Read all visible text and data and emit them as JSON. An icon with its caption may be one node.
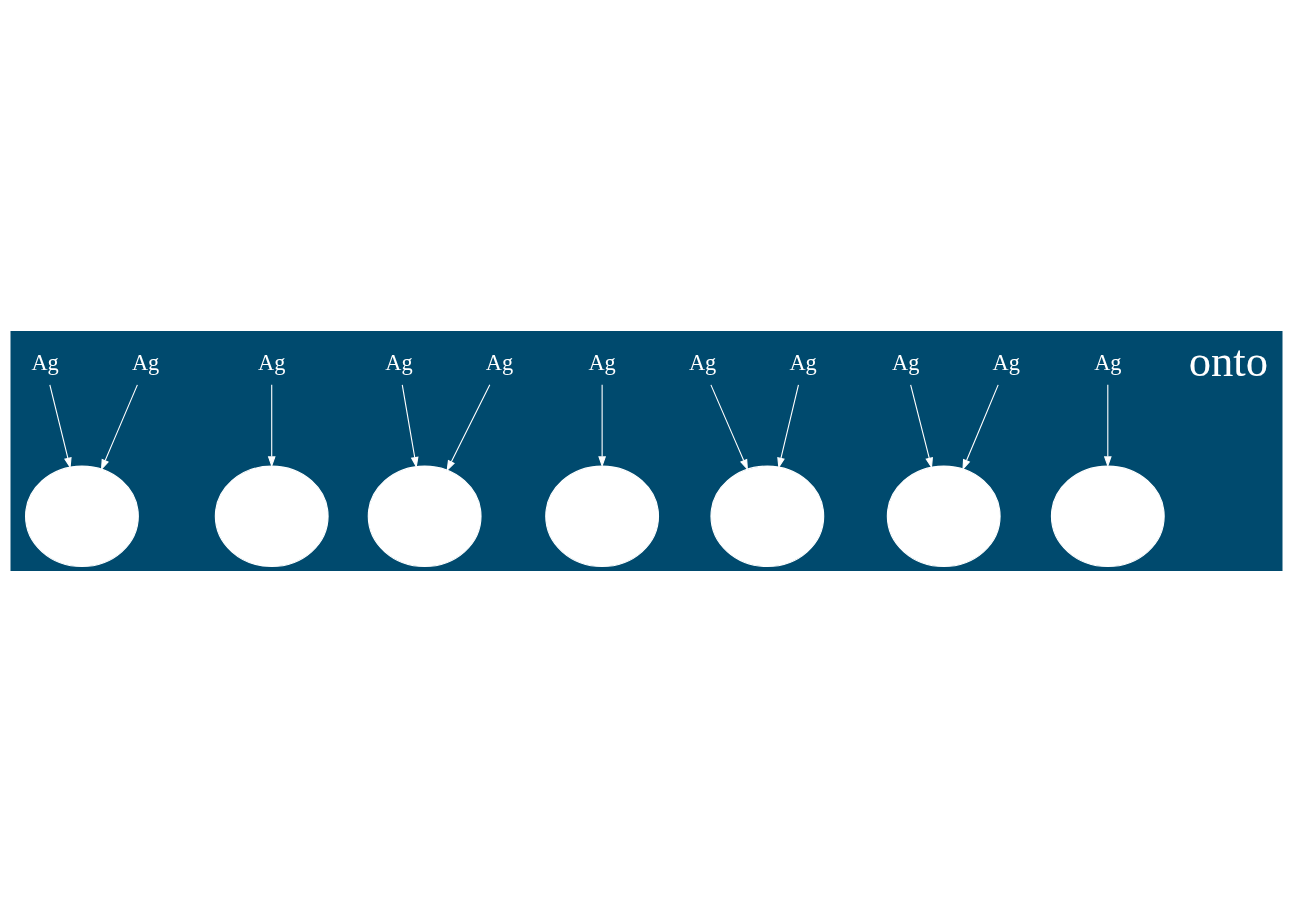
{
  "diagram": {
    "nodes": [
      {
        "text": [
          "Ag"
        ]
      },
      {
        "text": [
          "Ag"
        ]
      },
      {
        "text": [
          "Ag"
        ]
      },
      {
        "text": [],
        "shape": "circle"
      },
      {
        "text": [
          "Ag"
        ]
      },
      {
        "text": [
          "Ag"
        ]
      },
      {
        "text": [],
        "shape": "circle"
      },
      {
        "text": [],
        "shape": "circle"
      },
      {
        "text": [
          "Ag"
        ]
      },
      {
        "text": [],
        "shape": "circle"
      },
      {
        "text": [
          "Ag"
        ]
      },
      {
        "text": [],
        "shape": "circle"
      },
      {
        "text": [],
        "shape": "circle"
      },
      {
        "text": [],
        "shape": "circle"
      },
      {
        "text": [
          "Ag"
        ]
      },
      {
        "text": [
          "Ag"
        ]
      },
      {
        "text": [
          "Ag"
        ]
      },
      {
        "text": [
          "Ag"
        ]
      }
    ],
    "edges": [
      {
        "from": 0,
        "to": 3,
        "arrow": "to"
      },
      {
        "from": 2,
        "to": 3,
        "arrow": "to"
      },
      {
        "from": 1,
        "to": 6,
        "arrow": "to"
      },
      {
        "from": 4,
        "to": 7,
        "arrow": "to"
      },
      {
        "from": 5,
        "to": 7,
        "arrow": "to"
      },
      {
        "from": 8,
        "to": 9,
        "arrow": "to"
      },
      {
        "from": 10,
        "to": 11,
        "arrow": "to"
      },
      {
        "from": 14,
        "to": 11,
        "arrow": "to"
      },
      {
        "from": 15,
        "to": 12,
        "arrow": "to"
      },
      {
        "from": 17,
        "to": 12,
        "arrow": "to"
      },
      {
        "from": 16,
        "to": 13,
        "arrow": "to"
      }
    ],
    "labels": [
      "onto"
    ]
  }
}
